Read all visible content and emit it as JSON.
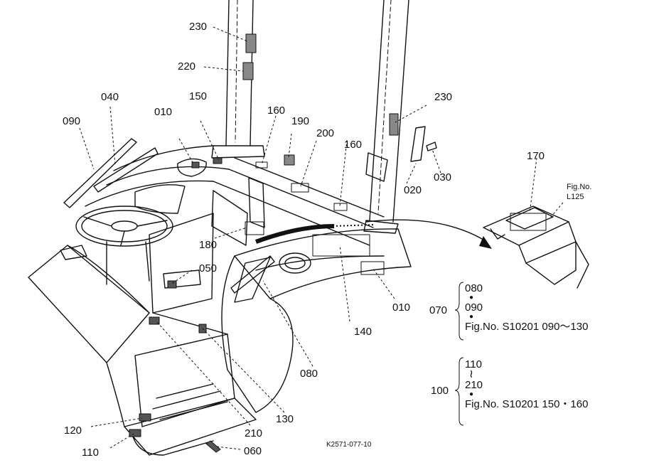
{
  "callouts": {
    "c230a": "230",
    "c220": "220",
    "c040": "040",
    "c090": "090",
    "c150": "150",
    "c010a": "010",
    "c160a": "160",
    "c190": "190",
    "c200": "200",
    "c160b": "160",
    "c230b": "230",
    "c020": "020",
    "c030": "030",
    "c170": "170",
    "c180": "180",
    "c050": "050",
    "c010b": "010",
    "c140": "140",
    "c080": "080",
    "c130": "130",
    "c210": "210",
    "c120": "120",
    "c110": "110",
    "c060": "060"
  },
  "figref_top": {
    "line1": "Fig.No.",
    "line2": "L125"
  },
  "group_070": {
    "label": "070",
    "item1": "080",
    "item2": "090",
    "ref": "Fig.No.  S10201  090～130"
  },
  "group_100": {
    "label": "100",
    "item1": "110",
    "range_mark": "≀",
    "item2": "210",
    "ref": "Fig.No.  S10201  150・160"
  },
  "drawing_code": "K2571-077-10"
}
